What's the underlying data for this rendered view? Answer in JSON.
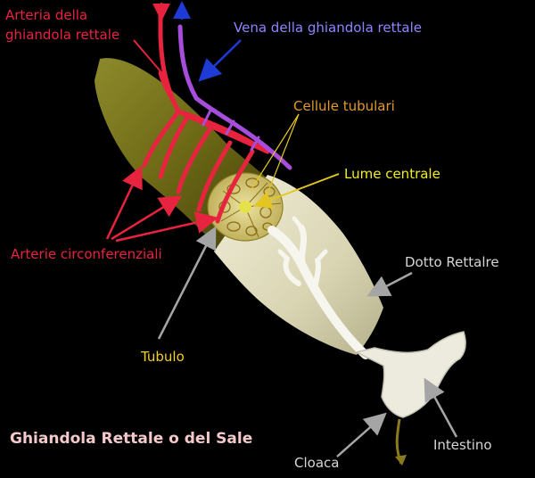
{
  "title": "Ghiandola Rettale o del Sale",
  "labels": {
    "arteria_line1": "Arteria della",
    "arteria_line2": "ghiandola rettale",
    "vena": "Vena della ghiandola rettale",
    "cellule": "Cellule tubulari",
    "lume": "Lume centrale",
    "arterie_circ": "Arterie circonferenziali",
    "dotto": "Dotto Rettalre",
    "tubulo": "Tubulo",
    "intestino": "Intestino",
    "cloaca": "Cloaca"
  },
  "colors": {
    "background": "#000000",
    "artery": "#e8233f",
    "vein": "#a64ddb",
    "vein_label": "#8f84ff",
    "gland": "#6e6a16",
    "tissue": "#e6e3c8",
    "duct": "#f4f3ec",
    "tubular_cells_label": "#e09a2a",
    "lumen_label": "#f3ec1f",
    "tubule_label": "#f2ce28",
    "grey_label": "#d6d6d6",
    "title": "#f4c9c9"
  }
}
